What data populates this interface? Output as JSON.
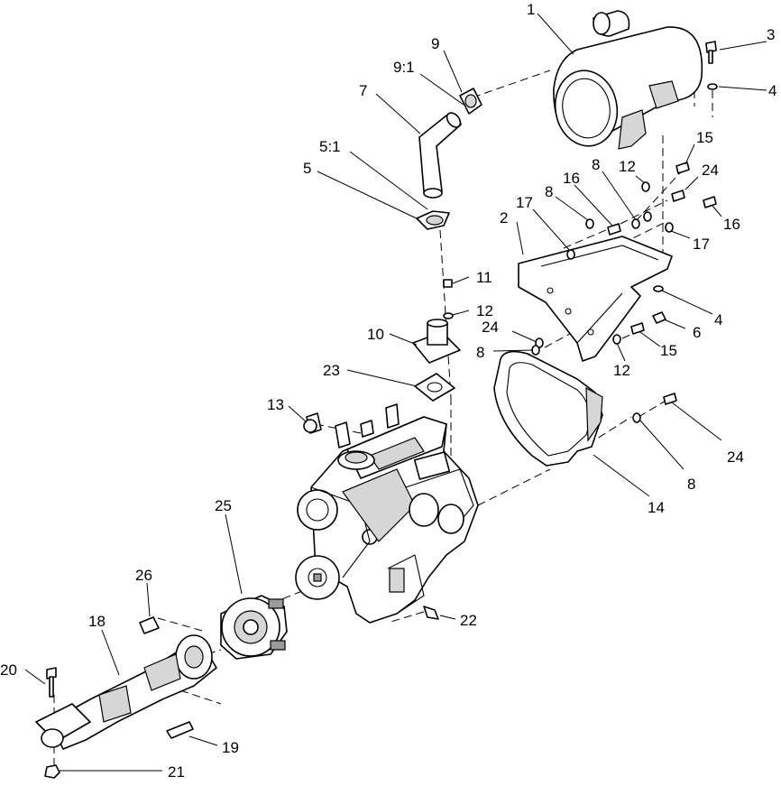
{
  "callouts": {
    "c1": "1",
    "c2": "2",
    "c3": "3",
    "c4a": "4",
    "c4b": "4",
    "c5": "5",
    "c5_1": "5:1",
    "c6": "6",
    "c7": "7",
    "c8a": "8",
    "c8b": "8",
    "c8c": "8",
    "c8d": "8",
    "c9": "9",
    "c9_1": "9:1",
    "c10": "10",
    "c11": "11",
    "c12a": "12",
    "c12b": "12",
    "c12c": "12",
    "c13": "13",
    "c14": "14",
    "c15a": "15",
    "c15b": "15",
    "c16a": "16",
    "c16b": "16",
    "c17a": "17",
    "c17b": "17",
    "c18": "18",
    "c19": "19",
    "c20": "20",
    "c21": "21",
    "c22": "22",
    "c23": "23",
    "c24a": "24",
    "c24b": "24",
    "c24c": "24",
    "c25": "25",
    "c26": "26"
  }
}
